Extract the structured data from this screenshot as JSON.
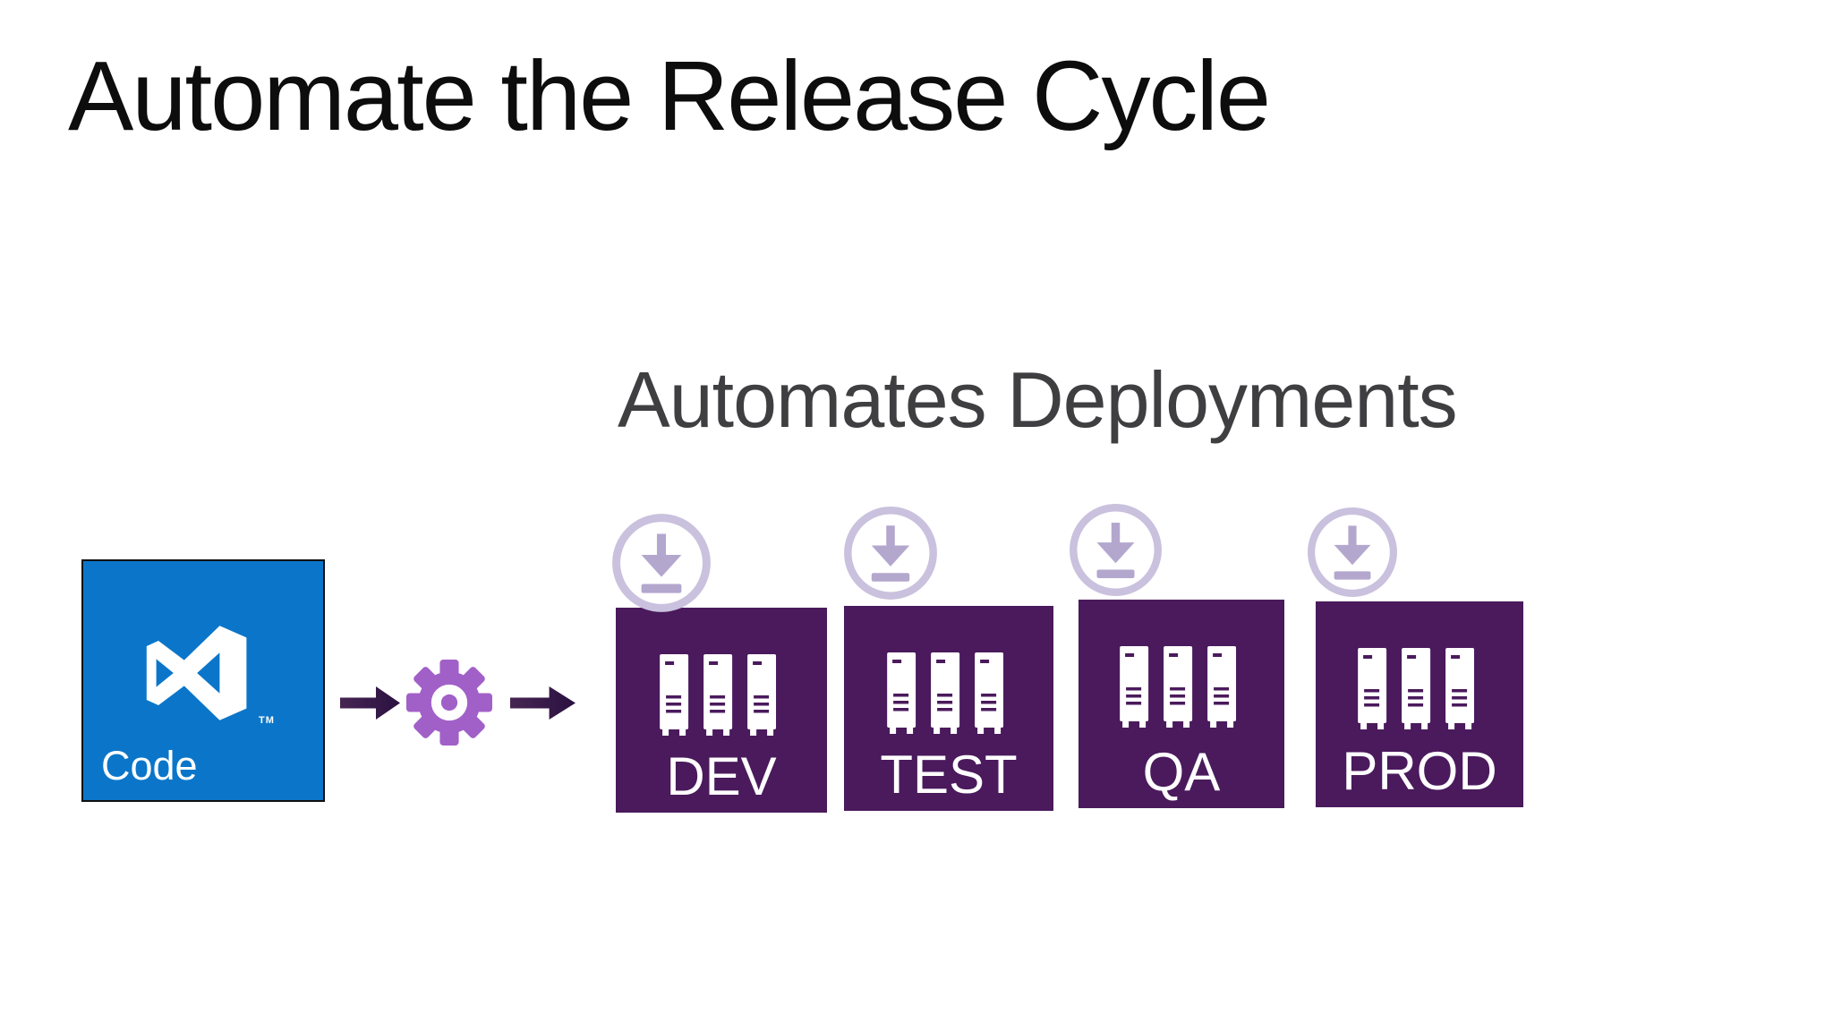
{
  "slide": {
    "title": "Automate the Release Cycle",
    "subtitle": "Automates Deployments"
  },
  "code_tile": {
    "label": "Code",
    "trademark": "TM"
  },
  "pipeline": {
    "environments": [
      {
        "label": "DEV"
      },
      {
        "label": "TEST"
      },
      {
        "label": "QA"
      },
      {
        "label": "PROD"
      }
    ]
  },
  "icons": {
    "code_tile_logo": "visual-studio-logo-icon",
    "build_step": "gear-icon",
    "flow": "right-arrow-icon",
    "deployment": "download-circle-icon",
    "environment_servers": "server-rack-icon"
  },
  "colors": {
    "vs_blue": "#0b76c9",
    "env_purple": "#4a1a5c",
    "gear_purple": "#a160c8",
    "arrow_dark_purple": "#3a1c4e",
    "download_ring": "#c9c1dd",
    "download_arrow": "#b3a7ce",
    "title_black": "#0d0d0d",
    "subtitle_gray": "#3f3f41",
    "background": "#ffffff"
  }
}
